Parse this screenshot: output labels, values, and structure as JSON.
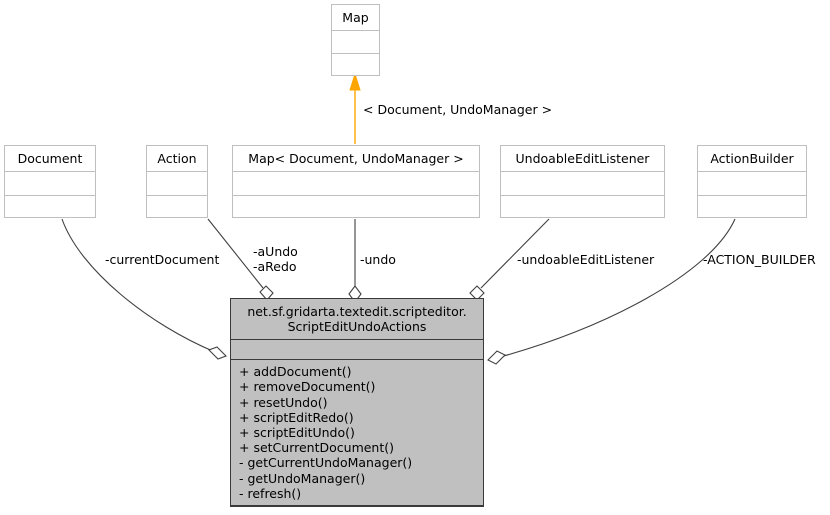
{
  "diagram": {
    "kind": "uml-class-diagram",
    "background": "#ffffff",
    "generalization_color": "#ffa500",
    "association_color": "#404040",
    "main_class_fill": "#c0c0c0",
    "plain_class_fill": "#ffffff",
    "plain_class_border": "#bfbfbf"
  },
  "nodes": {
    "map": {
      "name": "Map"
    },
    "document": {
      "name": "Document"
    },
    "action": {
      "name": "Action"
    },
    "map_generic": {
      "name": "Map< Document, UndoManager >"
    },
    "undoable_edit_listener": {
      "name": "UndoableEditListener"
    },
    "action_builder": {
      "name": "ActionBuilder"
    },
    "main_class": {
      "name_line1": "net.sf.gridarta.textedit.scripteditor.",
      "name_line2": "ScriptEditUndoActions",
      "attributes": [],
      "methods": [
        "+ addDocument()",
        "+ removeDocument()",
        "+ resetUndo()",
        "+ scriptEditRedo()",
        "+ scriptEditUndo()",
        "+ setCurrentDocument()",
        "- getCurrentUndoManager()",
        "- getUndoManager()",
        "- refresh()"
      ]
    }
  },
  "edges": {
    "binding": {
      "label": "< Document, UndoManager >",
      "type": "generalization"
    },
    "current_document": {
      "label": "-currentDocument",
      "type": "aggregation"
    },
    "aundo": {
      "label": "-aUndo",
      "type": "aggregation"
    },
    "aredo": {
      "label": "-aRedo",
      "type": "aggregation"
    },
    "undo": {
      "label": "-undo",
      "type": "aggregation"
    },
    "undoable_edit_listener": {
      "label": "-undoableEditListener",
      "type": "aggregation"
    },
    "action_builder": {
      "label": "-ACTION_BUILDER",
      "type": "aggregation"
    }
  }
}
